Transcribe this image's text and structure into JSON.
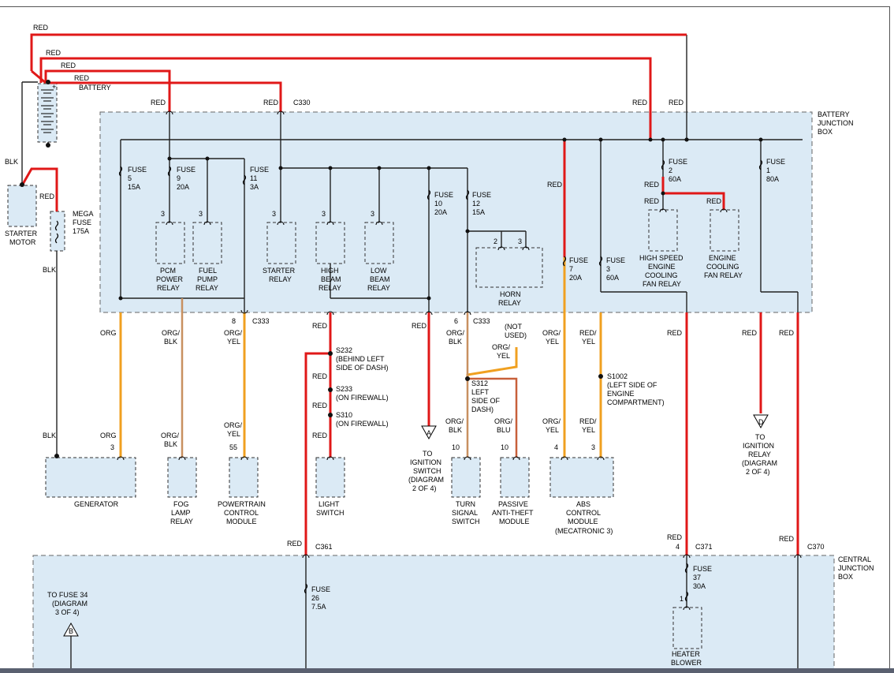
{
  "wires": {
    "red": "RED",
    "blk": "BLK",
    "org": "ORG",
    "orgblk_1": "ORG/",
    "orgblk_2": "BLK",
    "orgyel_1": "ORG/",
    "orgyel_2": "YEL",
    "redyel_1": "RED/",
    "redyel_2": "YEL",
    "orgblu_1": "ORG/",
    "orgblu_2": "BLU"
  },
  "components": {
    "battery": "BATTERY",
    "starter_1": "STARTER",
    "starter_2": "MOTOR",
    "mega_1": "MEGA",
    "mega_2": "FUSE",
    "mega_3": "175A",
    "bjb_1": "BATTERY",
    "bjb_2": "JUNCTION",
    "bjb_3": "BOX",
    "cjb_1": "CENTRAL",
    "cjb_2": "JUNCTION",
    "cjb_3": "BOX",
    "pcm_1": "PCM",
    "pcm_2": "POWER",
    "pcm_3": "RELAY",
    "fuelpump_1": "FUEL",
    "fuelpump_2": "PUMP",
    "fuelpump_3": "RELAY",
    "starterrelay_1": "STARTER",
    "starterrelay_2": "RELAY",
    "highbeam_1": "HIGH",
    "highbeam_2": "BEAM",
    "highbeam_3": "RELAY",
    "lowbeam_1": "LOW",
    "lowbeam_2": "BEAM",
    "lowbeam_3": "RELAY",
    "horn_1": "HORN",
    "horn_2": "RELAY",
    "hsfan_1": "HIGH SPEED",
    "hsfan_2": "ENGINE",
    "hsfan_3": "COOLING",
    "hsfan_4": "FAN RELAY",
    "ecfan_1": "ENGINE",
    "ecfan_2": "COOLING",
    "ecfan_3": "FAN RELAY",
    "generator": "GENERATOR",
    "foglamp_1": "FOG",
    "foglamp_2": "LAMP",
    "foglamp_3": "RELAY",
    "ptcm_1": "POWERTRAIN",
    "ptcm_2": "CONTROL",
    "ptcm_3": "MODULE",
    "lightsw_1": "LIGHT",
    "lightsw_2": "SWITCH",
    "ignsw_1": "TO",
    "ignsw_2": "IGNITION",
    "ignsw_3": "SWITCH",
    "ignsw_4": "(DIAGRAM",
    "ignsw_5": "2 OF 4)",
    "turnsw_1": "TURN",
    "turnsw_2": "SIGNAL",
    "turnsw_3": "SWITCH",
    "pats_1": "PASSIVE",
    "pats_2": "ANTI-THEFT",
    "pats_3": "MODULE",
    "abs_1": "ABS",
    "abs_2": "CONTROL",
    "abs_3": "MODULE",
    "abs_4": "(MECATRONIC 3)",
    "ignrelay_1": "TO",
    "ignrelay_2": "IGNITION",
    "ignrelay_3": "RELAY",
    "ignrelay_4": "(DIAGRAM",
    "ignrelay_5": "2 OF 4)",
    "tofuse34_1": "TO FUSE 34",
    "tofuse34_2": "(DIAGRAM",
    "tofuse34_3": "3 OF 4)",
    "heater_1": "HEATER",
    "heater_2": "BLOWER"
  },
  "fuses": {
    "word": "FUSE",
    "f5_n": "5",
    "f5_a": "15A",
    "f9_n": "9",
    "f9_a": "20A",
    "f11_n": "11",
    "f11_a": "3A",
    "f10_n": "10",
    "f10_a": "20A",
    "f12_n": "12",
    "f12_a": "15A",
    "f7_n": "7",
    "f7_a": "20A",
    "f3_n": "3",
    "f3_a": "60A",
    "f2_n": "2",
    "f2_a": "60A",
    "f1_n": "1",
    "f1_a": "80A",
    "f26_n": "26",
    "f26_a": "7.5A",
    "f37_n": "37",
    "f37_a": "30A"
  },
  "connectors": {
    "c330": "C330",
    "c333": "C333",
    "c361": "C361",
    "c371": "C371",
    "c370": "C370"
  },
  "splices": {
    "s232_1": "S232",
    "s232_2": "(BEHIND LEFT",
    "s232_3": "SIDE OF DASH)",
    "s233_1": "S233",
    "s233_2": "(ON FIREWALL)",
    "s310_1": "S310",
    "s310_2": "(ON FIREWALL)",
    "s312_1": "S312",
    "s312_2": "LEFT",
    "s312_3": "SIDE OF",
    "s312_4": "DASH)",
    "s1002_1": "S1002",
    "s1002_2": "(LEFT SIDE OF",
    "s1002_3": "ENGINE",
    "s1002_4": "COMPARTMENT)",
    "notused_1": "(NOT",
    "notused_2": "USED)"
  },
  "pins": {
    "p3": "3",
    "p2": "2",
    "p8": "8",
    "p6": "6",
    "p55": "55",
    "p10": "10",
    "p4": "4",
    "p1": "1"
  },
  "markers": {
    "a": "A",
    "b": "B",
    "d": "D"
  }
}
